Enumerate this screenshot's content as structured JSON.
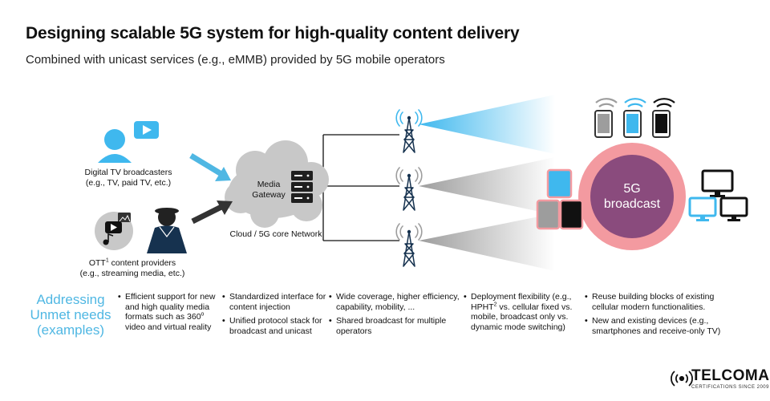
{
  "title": "Designing scalable 5G system for high-quality content delivery",
  "subtitle": "Combined with unicast services (e.g., eMMB) provided by 5G mobile operators",
  "nodes": {
    "broadcasters_line1": "Digital TV broadcasters",
    "broadcasters_line2": "(e.g., TV, paid TV, etc.)",
    "ott_prefix": "OTT",
    "ott_sup": "1",
    "ott_suffix": " content providers",
    "ott_line2": "(e.g., streaming media, etc.)",
    "gateway_line1": "Media",
    "gateway_line2": "Gateway",
    "cloud_label": "Cloud / 5G core Network",
    "broadcast_line1": "5G",
    "broadcast_line2": "broadcast"
  },
  "unmet": {
    "line1": "Addressing",
    "line2": "Unmet needs",
    "line3": "(examples)"
  },
  "needs": {
    "col1": {
      "item1_a": "Efficient support for new and high quality media formats such as 360",
      "item1_sup": "o",
      "item1_b": " video and virtual reality"
    },
    "col2": {
      "item1": "Standardized interface for content injection",
      "item2": "Unified protocol stack for broadcast and unicast"
    },
    "col3": {
      "item1": "Wide coverage, higher efficiency, capability, mobility, ...",
      "item2": "Shared broadcast for multiple operators"
    },
    "col4": {
      "item1_a": "Deployment flexibility (e.g., HPHT",
      "item1_sup": "2",
      "item1_b": " vs. cellular fixed vs. mobile, broadcast only vs. dynamic mode switching)"
    },
    "col5": {
      "item1": "Reuse building blocks of existing cellular modern functionalities.",
      "item2": "New and existing devices (e.g., smartphones and receive-only TV)"
    }
  },
  "logo": {
    "name": "TELCOMA",
    "tagline": "CERTIFICATIONS SINCE 2009"
  },
  "colors": {
    "accent_blue": "#4fb7e3",
    "dark_navy": "#16324f",
    "pink_ring": "#f39aa0",
    "purple_circle": "#8a4b7d"
  }
}
